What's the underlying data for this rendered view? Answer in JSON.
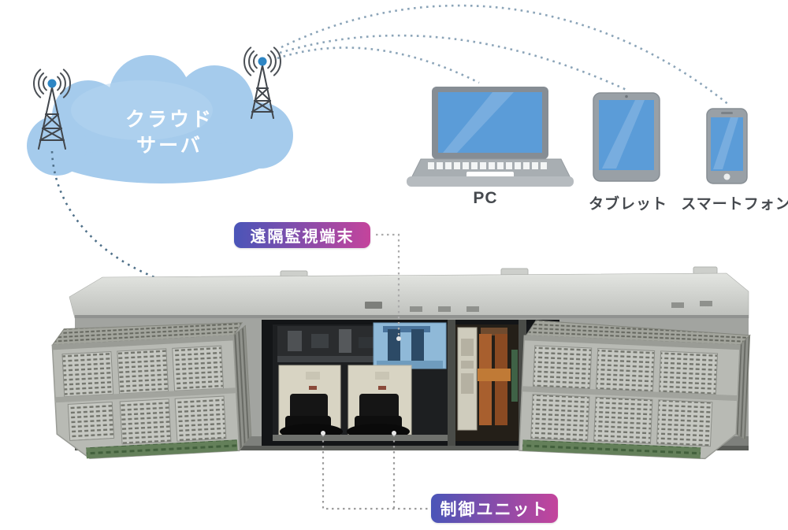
{
  "cloud": {
    "line1": "クラウド",
    "line2": "サーバ"
  },
  "devices": {
    "pc_label": "PC",
    "tablet_label": "タブレット",
    "smartphone_label": "スマートフォン"
  },
  "equipment": {
    "remote_terminal_label": "遠隔監視端末",
    "control_unit_label": "制御ユニット"
  },
  "colors": {
    "cloud_fill": "#a5cbec",
    "device_screen": "#5b9cd8",
    "badge_gradient_start": "#4a55b8",
    "badge_gradient_end": "#c4449c",
    "antenna_dot": "#2e86c4",
    "link_dots": "#8ba4b8",
    "label_text": "#45494e"
  }
}
